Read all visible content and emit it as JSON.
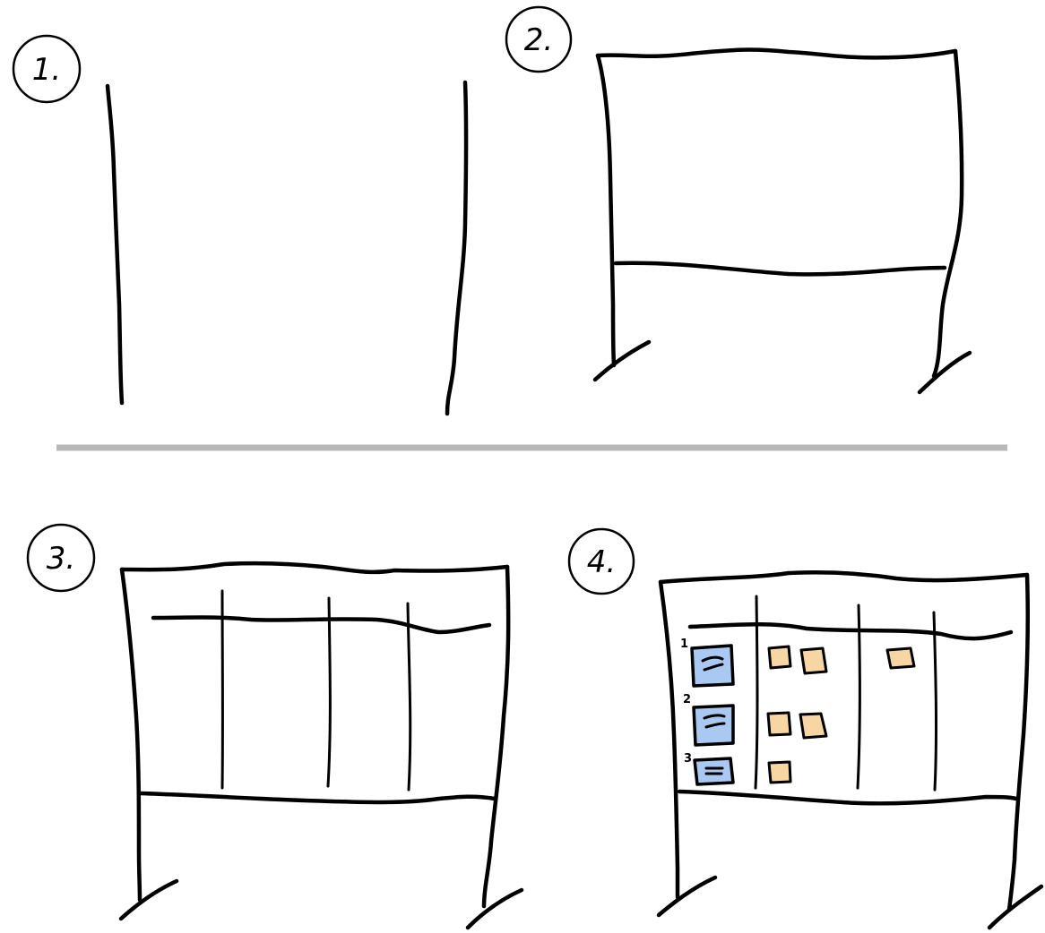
{
  "steps": [
    {
      "label": "1."
    },
    {
      "label": "2."
    },
    {
      "label": "3."
    },
    {
      "label": "4."
    }
  ],
  "board": {
    "row_labels": [
      "1",
      "2",
      "3"
    ]
  },
  "colors": {
    "ink": "#000000",
    "divider": "#b8b8b8",
    "story_card": "#a9c8f2",
    "task_note": "#f7d6a3"
  }
}
